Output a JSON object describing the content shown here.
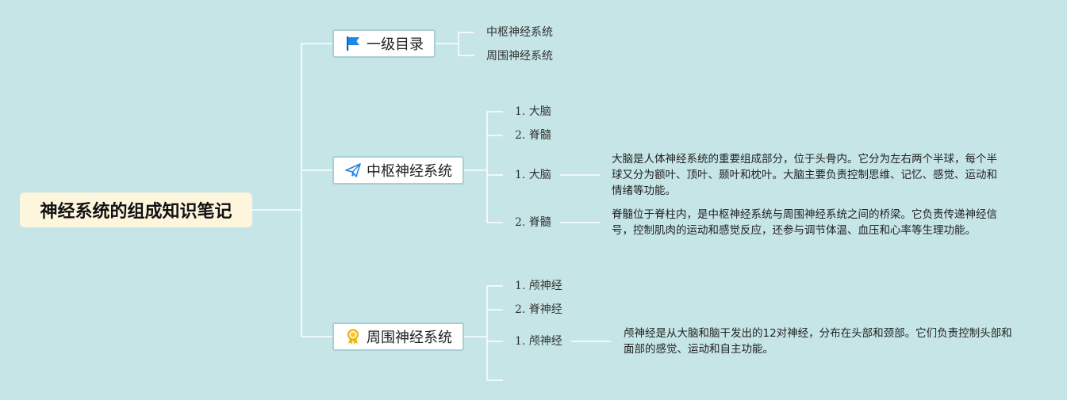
{
  "root": {
    "title": "神经系统的组成知识笔记"
  },
  "branches": [
    {
      "label": "一级目录",
      "icon": "flag-icon",
      "color": "#1e88e5",
      "children": [
        {
          "label": "中枢神经系统"
        },
        {
          "label": "周围神经系统"
        }
      ]
    },
    {
      "label": "中枢神经系统",
      "icon": "paper-plane-icon",
      "color": "#1e88e5",
      "children": [
        {
          "label": "1. 大脑"
        },
        {
          "label": "2. 脊髓"
        },
        {
          "label": "1. 大脑",
          "note": "大脑是人体神经系统的重要组成部分，位于头骨内。它分为左右两个半球，每个半球又分为额叶、顶叶、颞叶和枕叶。大脑主要负责控制思维、记忆、感觉、运动和情绪等功能。"
        },
        {
          "label": "2. 脊髓",
          "note": "脊髓位于脊柱内，是中枢神经系统与周围神经系统之间的桥梁。它负责传递神经信号，控制肌肉的运动和感觉反应，还参与调节体温、血压和心率等生理功能。"
        }
      ]
    },
    {
      "label": "周围神经系统",
      "icon": "award-ribbon-icon",
      "color": "#f2b705",
      "children": [
        {
          "label": "1. 颅神经"
        },
        {
          "label": "2. 脊神经"
        },
        {
          "label": "1. 颅神经",
          "note": "颅神经是从大脑和脑干发出的12对神经，分布在头部和颈部。它们负责控制头部和面部的感觉、运动和自主功能。"
        },
        {
          "label": ""
        }
      ]
    }
  ],
  "colors": {
    "background": "#c6e5e7",
    "root_fill": "#fdf6dd",
    "branch_border": "#a9cfd3",
    "connector": "#ffffff"
  }
}
